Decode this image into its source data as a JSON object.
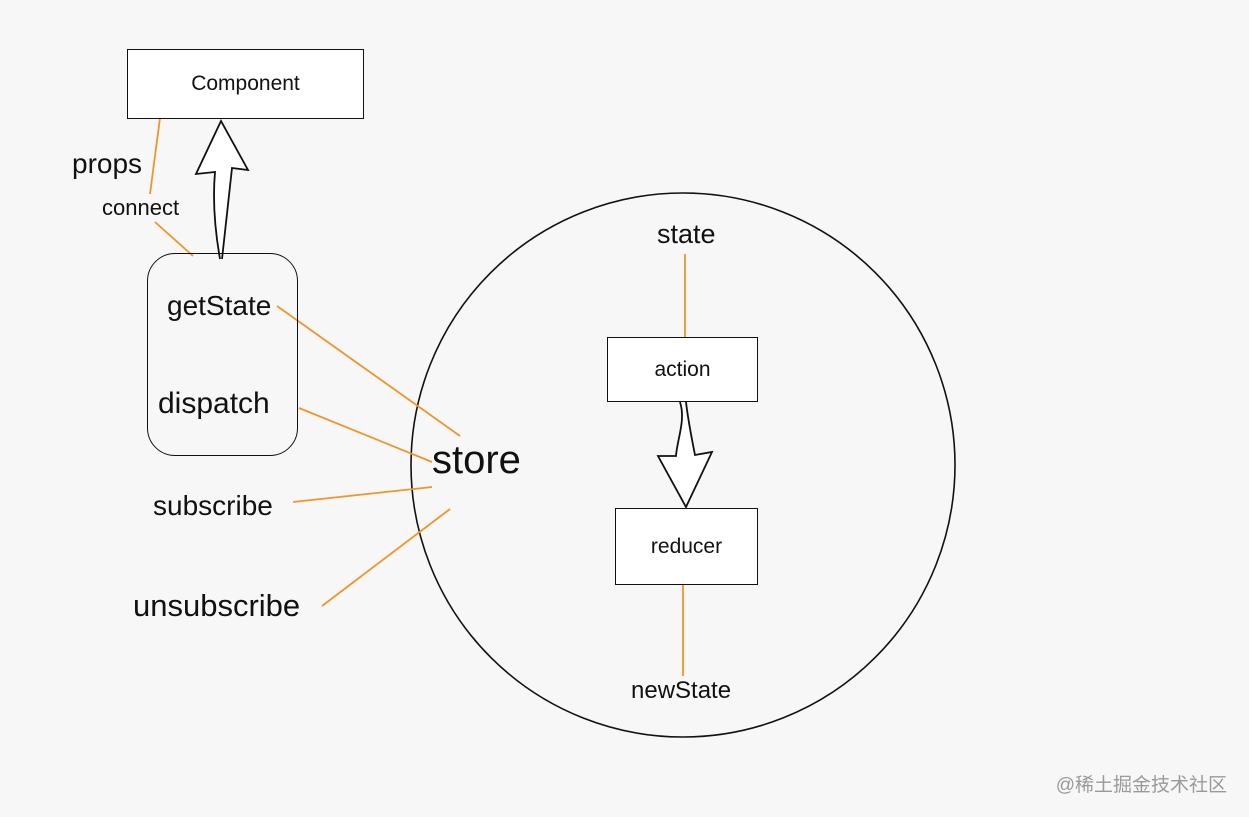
{
  "diagram": {
    "boxes": {
      "component": "Component",
      "action": "action",
      "reducer": "reducer"
    },
    "methods": {
      "getstate": "getState",
      "dispatch": "dispatch"
    },
    "labels": {
      "props": "props",
      "connect": "connect",
      "subscribe": "subscribe",
      "unsubscribe": "unsubscribe",
      "store": "store",
      "state": "state",
      "newstate": "newState"
    },
    "line_color": "#f0952a",
    "stroke_color": "#111111"
  },
  "watermark": "@稀土掘金技术社区"
}
